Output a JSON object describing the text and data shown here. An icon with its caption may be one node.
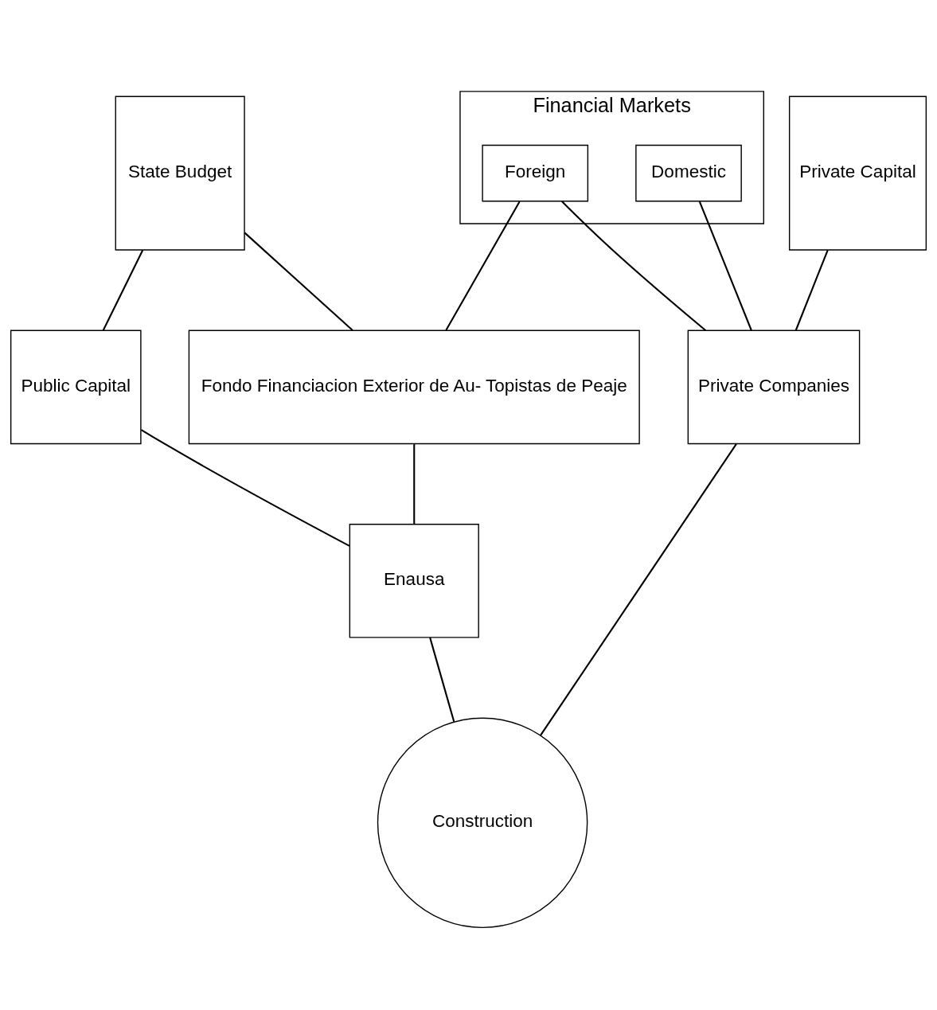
{
  "diagram": {
    "nodes": [
      {
        "text": [
          "State Budget"
        ]
      },
      {
        "text": [
          "Financial Markets"
        ]
      },
      {
        "text": [
          "Foreign"
        ],
        "in": 1
      },
      {
        "text": [
          "Domestic"
        ],
        "in": 1
      },
      {
        "text": [
          "Private Capital"
        ]
      },
      {
        "text": [
          "Public Capital"
        ]
      },
      {
        "text": [
          "Fondo Financiacion Exterior de Au- Topistas de Peaje"
        ]
      },
      {
        "text": [
          "Private Companies"
        ]
      },
      {
        "text": [
          "Enausa"
        ]
      },
      {
        "text": [
          "Construction"
        ]
      }
    ],
    "edges": [
      {
        "from": 0,
        "to": 5,
        "arrow": "none"
      },
      {
        "from": 0,
        "to": 6,
        "arrow": "none"
      },
      {
        "from": 2,
        "to": 6,
        "arrow": "none"
      },
      {
        "from": 2,
        "to": 7,
        "arrow": "none"
      },
      {
        "from": 3,
        "to": 7,
        "arrow": "none"
      },
      {
        "from": 4,
        "to": 7,
        "arrow": "none"
      },
      {
        "from": 5,
        "to": 8,
        "arrow": "none"
      },
      {
        "from": 6,
        "to": 8,
        "arrow": "none"
      },
      {
        "from": 8,
        "to": 9,
        "arrow": "none"
      },
      {
        "from": 7,
        "to": 9,
        "arrow": "none"
      }
    ]
  }
}
